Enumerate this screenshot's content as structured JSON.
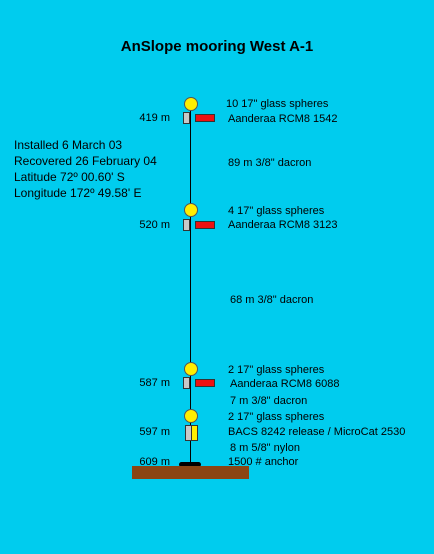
{
  "title": "AnSlope mooring West A-1",
  "info": [
    "Installed 6 March 03",
    "Recovered 26 February 04",
    "Latitude 72º 00.60' S",
    "Longitude 172º 49.58' E"
  ],
  "depths": [
    "419 m",
    "520 m",
    "587 m",
    "597 m",
    "609 m"
  ],
  "labels": {
    "spheres_1": "10 17\" glass spheres",
    "rcm_1": "Aanderaa RCM8 1542",
    "line_1": "89 m 3/8\" dacron",
    "spheres_2": "4 17\" glass spheres",
    "rcm_2": "Aanderaa RCM8 3123",
    "line_2": "68 m 3/8\" dacron",
    "spheres_3": "2 17\" glass spheres",
    "rcm_3": "Aanderaa RCM8 6088",
    "line_3": "7 m 3/8\" dacron",
    "spheres_4": "2 17\" glass spheres",
    "release": "BACS 8242 release / MicroCat 2530",
    "line_4": "8 m 5/8\" nylon",
    "anchor": "1500 # anchor"
  }
}
